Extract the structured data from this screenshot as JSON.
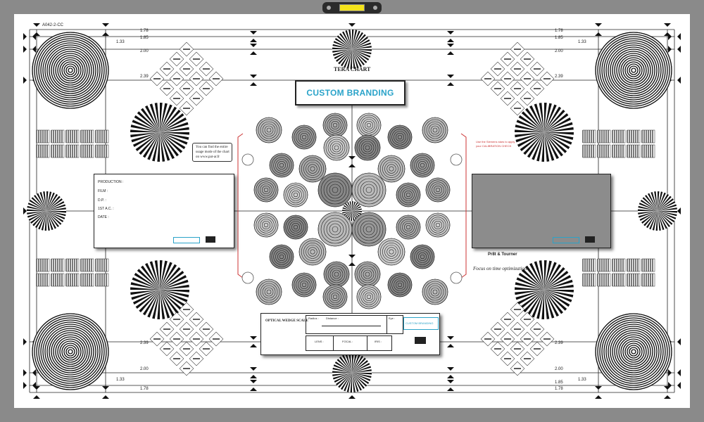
{
  "chart_id": "A042-2-CC",
  "title": "TERA CHART",
  "branding": "CUSTOM BRANDING",
  "ratios_left": [
    "1.78",
    "1.85",
    "1.33",
    "2.00",
    "2.39"
  ],
  "ratios_right": [
    "1.78",
    "1.85",
    "1.33",
    "2.00",
    "2.39"
  ],
  "ratios_bottom_left": [
    "2.39",
    "2.00",
    "1.33",
    "1.78"
  ],
  "ratios_bottom_right": [
    "2.39",
    "2.00",
    "1.85",
    "1.33",
    "1.78"
  ],
  "notes": {
    "website_note_line1": "You can find the entire",
    "website_note_line2": "usage mode of the chart",
    "website_note_line3": "on www.pat-ar.fr",
    "right_note_line1": "Use the Siemens stars to apply",
    "right_note_line2": "your CALIBRATION CHECK"
  },
  "info_card": {
    "fields": [
      "PRODUCTION :",
      "FILM :",
      "D.P. :",
      "1ST A.C. :",
      "DATE :"
    ]
  },
  "wedge_card": {
    "heading": "OPTICAL WEDGE SCALE",
    "radius_label": "Radius :",
    "distance_label": "Distance :",
    "eye_label": "Eye :",
    "branding_small": "CUSTOM BRANDING",
    "lens_label": "LENS :",
    "focal_label": "FOCAL :",
    "iris_label": "IRIS :"
  },
  "logo_text": "Pr8t & Tourner",
  "script_text": "Focus on time optimization",
  "bubble_level_color": "#f3e21a",
  "accent_color": "#2aa3c9",
  "card_grey": "#8c8c8c"
}
